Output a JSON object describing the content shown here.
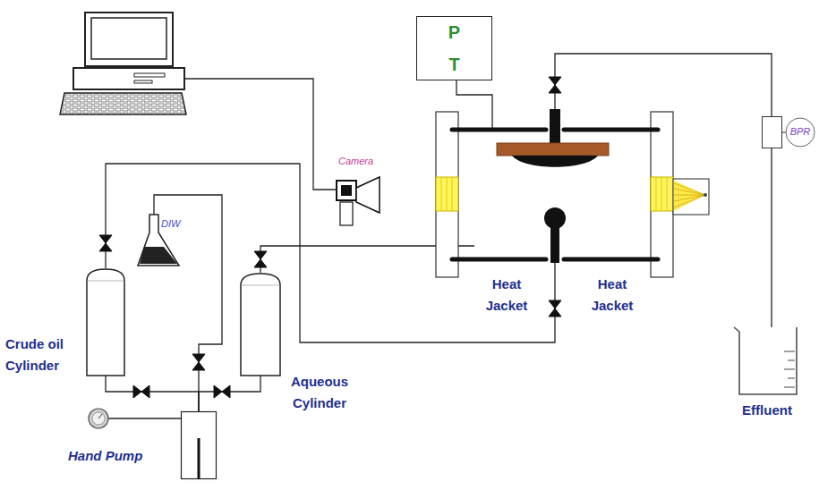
{
  "diagram": {
    "nodes": [
      {
        "text": [
          "P",
          "T"
        ]
      },
      {
        "text": [
          "BPR"
        ]
      },
      {
        "text": [
          "DIW"
        ]
      },
      {
        "text": [
          "Crude oil Cylinder"
        ]
      },
      {
        "text": [
          "Aqueous Cylinder"
        ]
      },
      {
        "text": [
          "Effluent"
        ]
      },
      {
        "text": [
          "Hand Pump"
        ]
      }
    ],
    "edges": [
      {
        "from": 3,
        "to": 6,
        "arrow": "none"
      },
      {
        "from": 4,
        "to": 6,
        "arrow": "none"
      },
      {
        "from": 2,
        "to": 6,
        "arrow": "none"
      },
      {
        "from": 1,
        "to": 5,
        "arrow": "none"
      }
    ],
    "labels": [
      "Camera",
      "Heat Jacket",
      "Heat Jacket"
    ]
  }
}
